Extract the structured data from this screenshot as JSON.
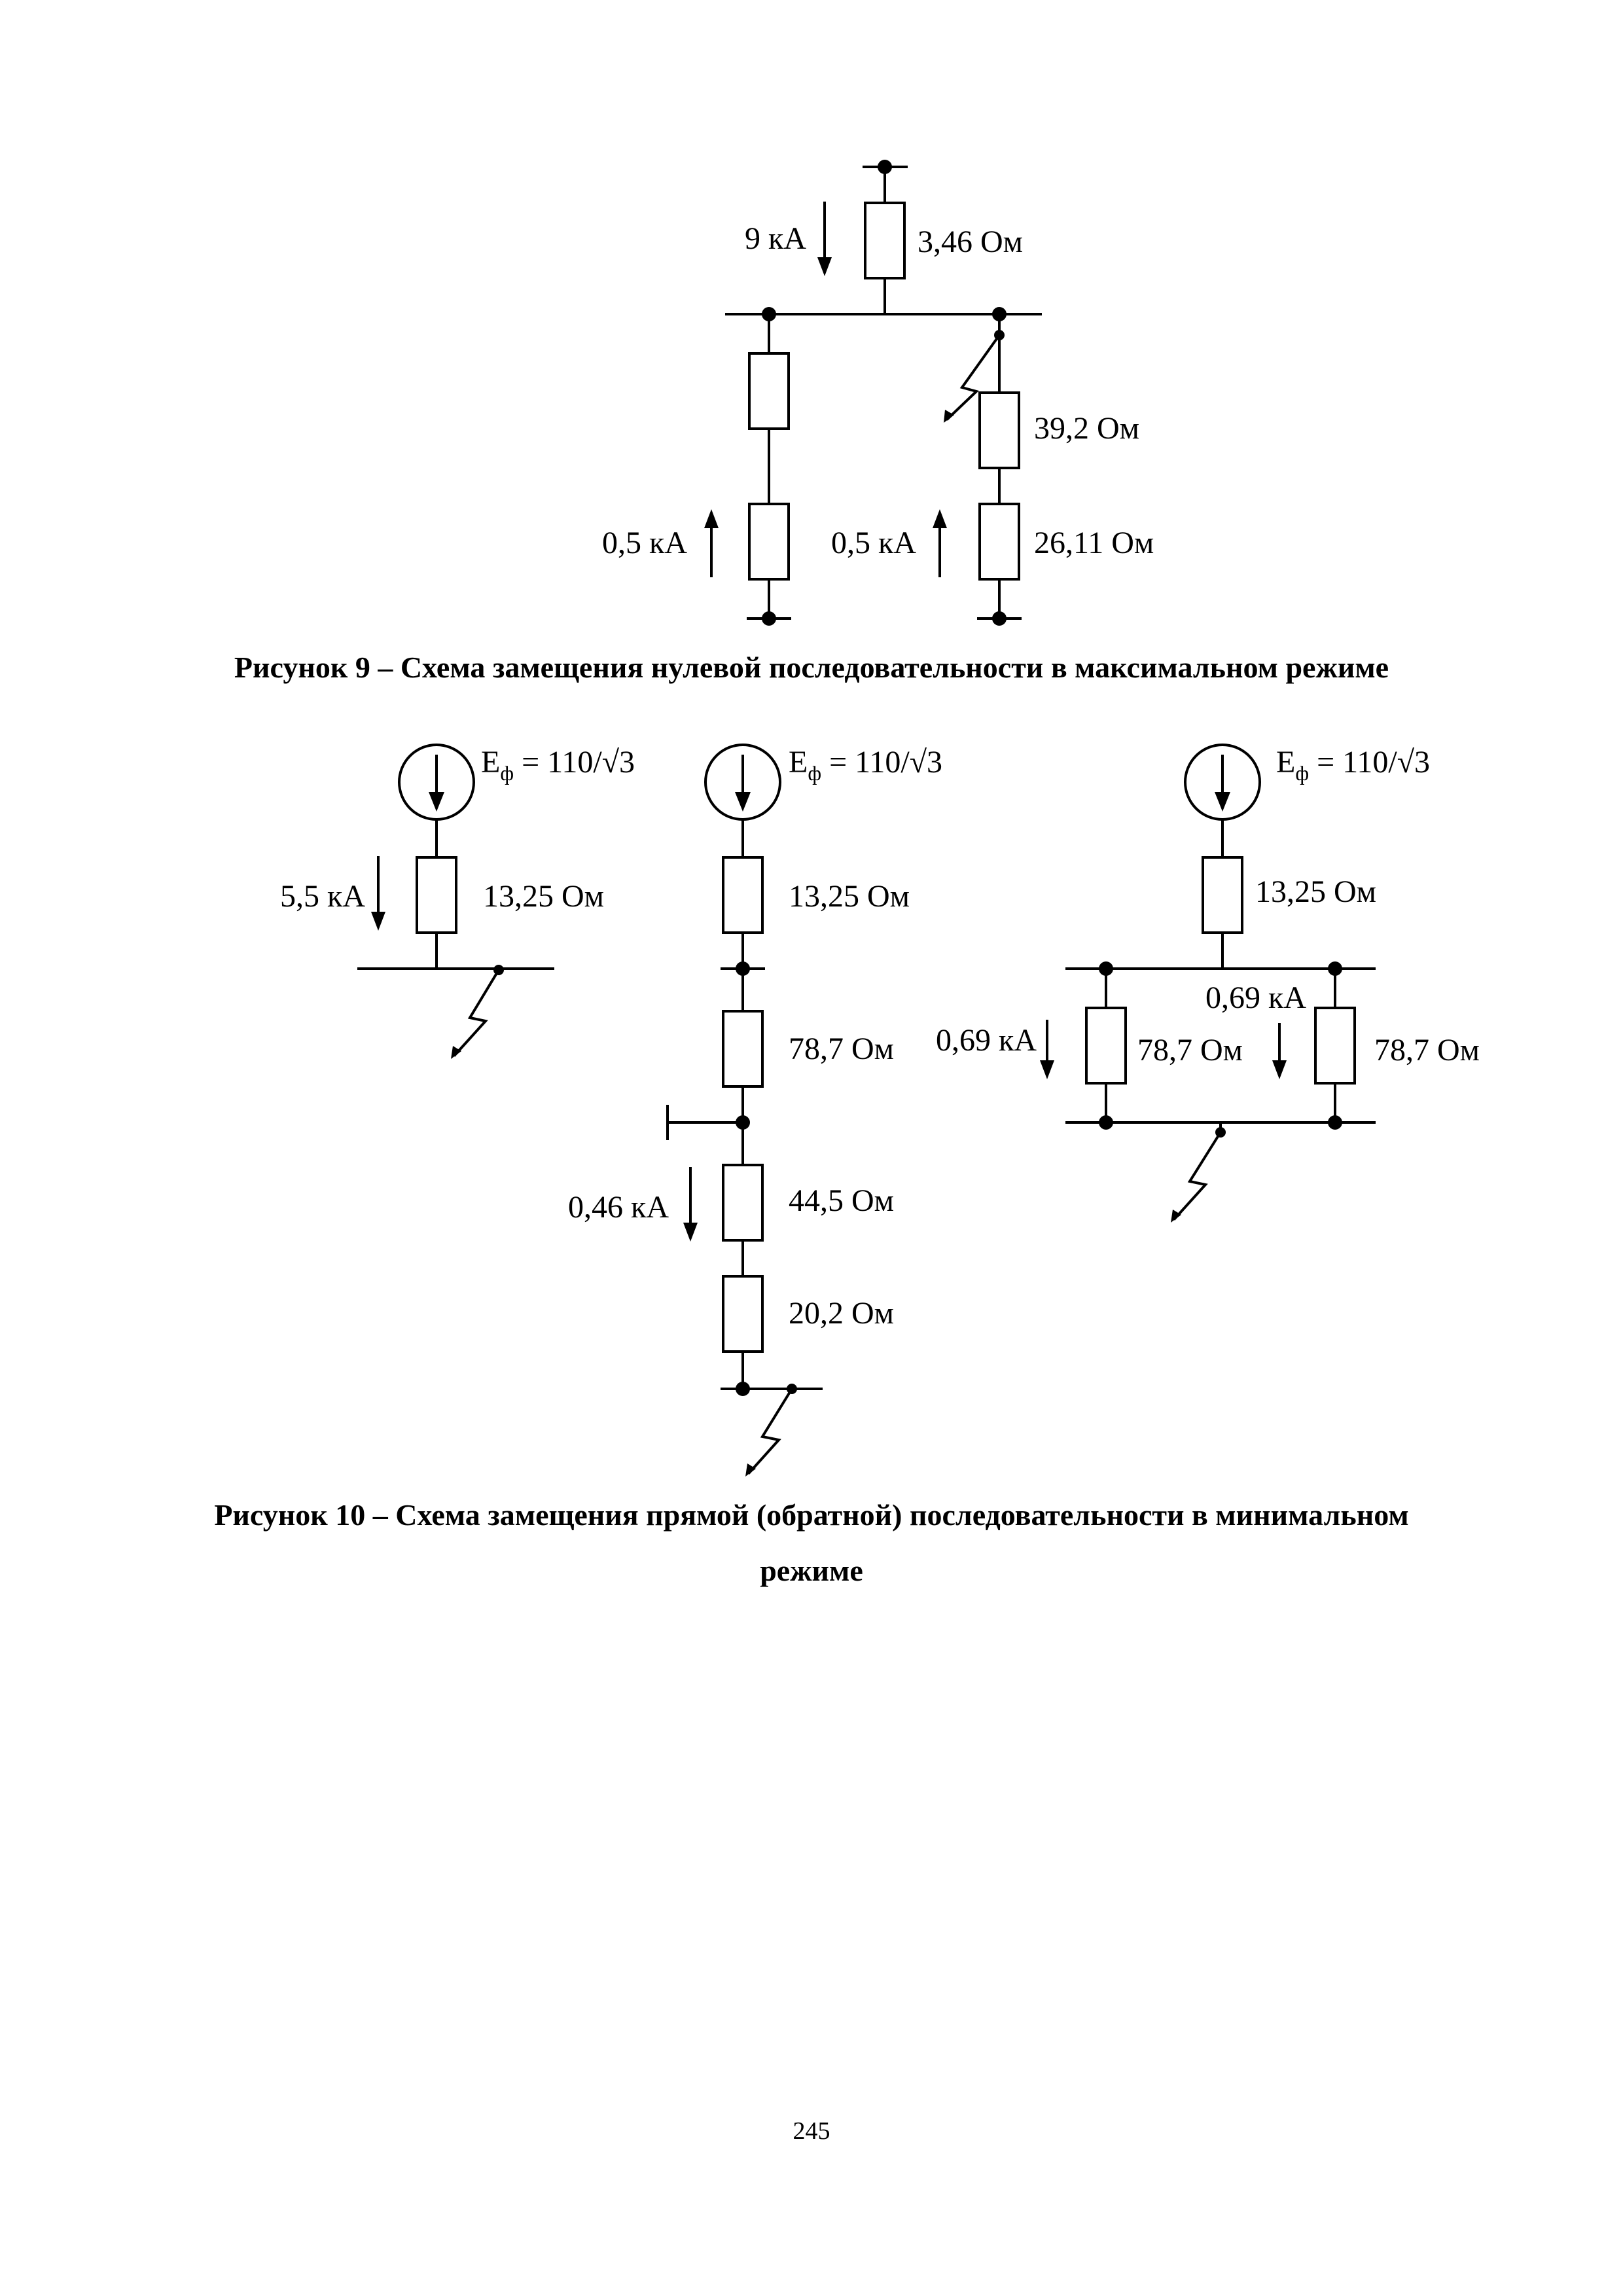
{
  "figure9": {
    "source_current": "9 кА",
    "source_resistance": "3,46 Ом",
    "left_current": "0,5 кА",
    "right_resistance_upper": "39,2 Ом",
    "right_current": "0,5 кА",
    "right_resistance_lower": "26,11 Ом",
    "caption": "Рисунок 9 – Схема замещения нулевой последовательности в максимальном режиме"
  },
  "figure10": {
    "left": {
      "emf_main": "E",
      "emf_sub": "ф",
      "emf_value": " = 110/√3",
      "current": "5,5 кА",
      "resistance": "13,25 Ом"
    },
    "middle": {
      "emf_main": "E",
      "emf_sub": "ф",
      "emf_value": " = 110/√3",
      "resistance_source": "13,25 Ом",
      "resistance_line": "78,7 Ом",
      "current": "0,46 кА",
      "resistance_upper": "44,5 Ом",
      "resistance_lower": "20,2 Ом"
    },
    "right": {
      "emf_main": "E",
      "emf_sub": "ф",
      "emf_value": " = 110/√3",
      "resistance_source": "13,25 Ом",
      "current_left": "0,69 кА",
      "resistance_left": "78,7 Ом",
      "current_right": "0,69 кА",
      "resistance_right": "78,7 Ом"
    },
    "caption_line1": "Рисунок 10 – Схема замещения прямой (обратной) последовательности в минимальном",
    "caption_line2": "режиме"
  },
  "page_number": "245"
}
